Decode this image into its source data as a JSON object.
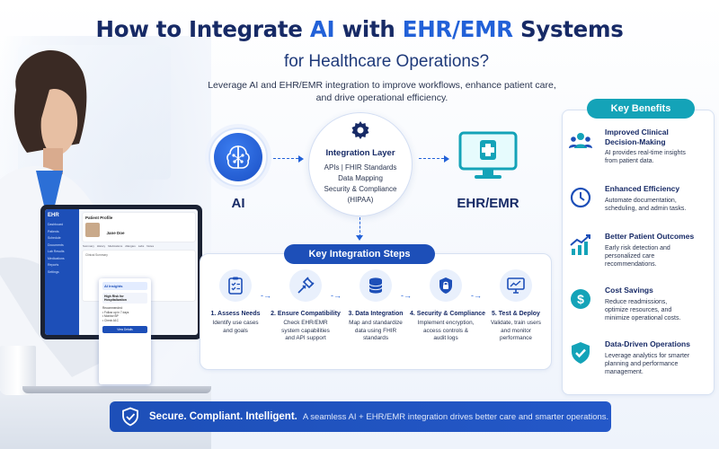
{
  "header": {
    "title_part1": "How to Integrate ",
    "title_ai": "AI",
    "title_part2": " with ",
    "title_ehr": "EHR/EMR",
    "title_part3": " Systems",
    "subtitle": "for Healthcare Operations?",
    "lead_line1": "Leverage AI and EHR/EMR integration to improve workflows, enhance patient care,",
    "lead_line2": "and drive operational efficiency."
  },
  "diagram": {
    "ai_label": "AI",
    "layer_title": "Integration Layer",
    "layer_lines": [
      "APIs | FHIR Standards",
      "Data Mapping",
      "Security & Compliance",
      "(HIPAA)"
    ],
    "ehr_label": "EHR/EMR"
  },
  "steps": {
    "heading": "Key Integration Steps",
    "items": [
      {
        "title": "1. Assess Needs",
        "desc1": "Identify use cases",
        "desc2": "and goals",
        "desc3": "",
        "icon": "clipboard-icon"
      },
      {
        "title": "2. Ensure Compatibility",
        "desc1": "Check EHR/EMR",
        "desc2": "system capabilities",
        "desc3": "and API support",
        "icon": "plug-icon"
      },
      {
        "title": "3. Data Integration",
        "desc1": "Map and standardize",
        "desc2": "data using FHIR",
        "desc3": "standards",
        "icon": "database-icon"
      },
      {
        "title": "4. Security & Compliance",
        "desc1": "Implement encryption,",
        "desc2": "access controls &",
        "desc3": "audit logs",
        "icon": "lock-icon"
      },
      {
        "title": "5. Test & Deploy",
        "desc1": "Validate, train users",
        "desc2": "and monitor",
        "desc3": "performance",
        "icon": "monitor-chart-icon"
      }
    ]
  },
  "benefits": {
    "heading": "Key Benefits",
    "items": [
      {
        "title1": "Improved Clinical",
        "title2": "Decision-Making",
        "desc1": "AI provides real-time insights",
        "desc2": "from patient data.",
        "desc3": "",
        "icon": "people-icon"
      },
      {
        "title1": "Enhanced Efficiency",
        "title2": "",
        "desc1": "Automate documentation,",
        "desc2": "scheduling, and admin tasks.",
        "desc3": "",
        "icon": "clock-icon"
      },
      {
        "title1": "Better Patient Outcomes",
        "title2": "",
        "desc1": "Early risk detection and",
        "desc2": "personalized care",
        "desc3": "recommendations.",
        "icon": "growth-chart-icon"
      },
      {
        "title1": "Cost Savings",
        "title2": "",
        "desc1": "Reduce readmissions,",
        "desc2": "optimize resources, and",
        "desc3": "minimize operational costs.",
        "icon": "dollar-icon"
      },
      {
        "title1": "Data-Driven Operations",
        "title2": "",
        "desc1": "Leverage analytics for smarter",
        "desc2": "planning and performance",
        "desc3": "management.",
        "icon": "shield-check-icon"
      }
    ]
  },
  "footer": {
    "strong": "Secure. Compliant. Intelligent.",
    "text": "A seamless AI + EHR/EMR integration drives better care and smarter operations."
  },
  "laptop": {
    "app_name": "EHR",
    "nav": [
      "Dashboard",
      "Patients",
      "Schedule",
      "Documents",
      "Lab Results",
      "Medications",
      "Reports",
      "Settings"
    ],
    "profile_title": "Patient Profile",
    "patient_name": "Jane Doe",
    "tabs": [
      "Summary",
      "History",
      "Medications",
      "Allergies",
      "Labs",
      "Notes"
    ],
    "section": "Clinical Summary",
    "insight_head": "AI Insights",
    "risk": "High Risk for Hospitalization",
    "rec_title": "Recommended:",
    "recs": [
      "• Follow up in 7 days",
      "• Monitor BP",
      "• Check A1C"
    ],
    "view_btn": "View Details"
  },
  "colors": {
    "navy": "#172a66",
    "accent_blue": "#2261d8",
    "panel_blue": "#1d4fb8",
    "teal": "#14a3b8"
  }
}
